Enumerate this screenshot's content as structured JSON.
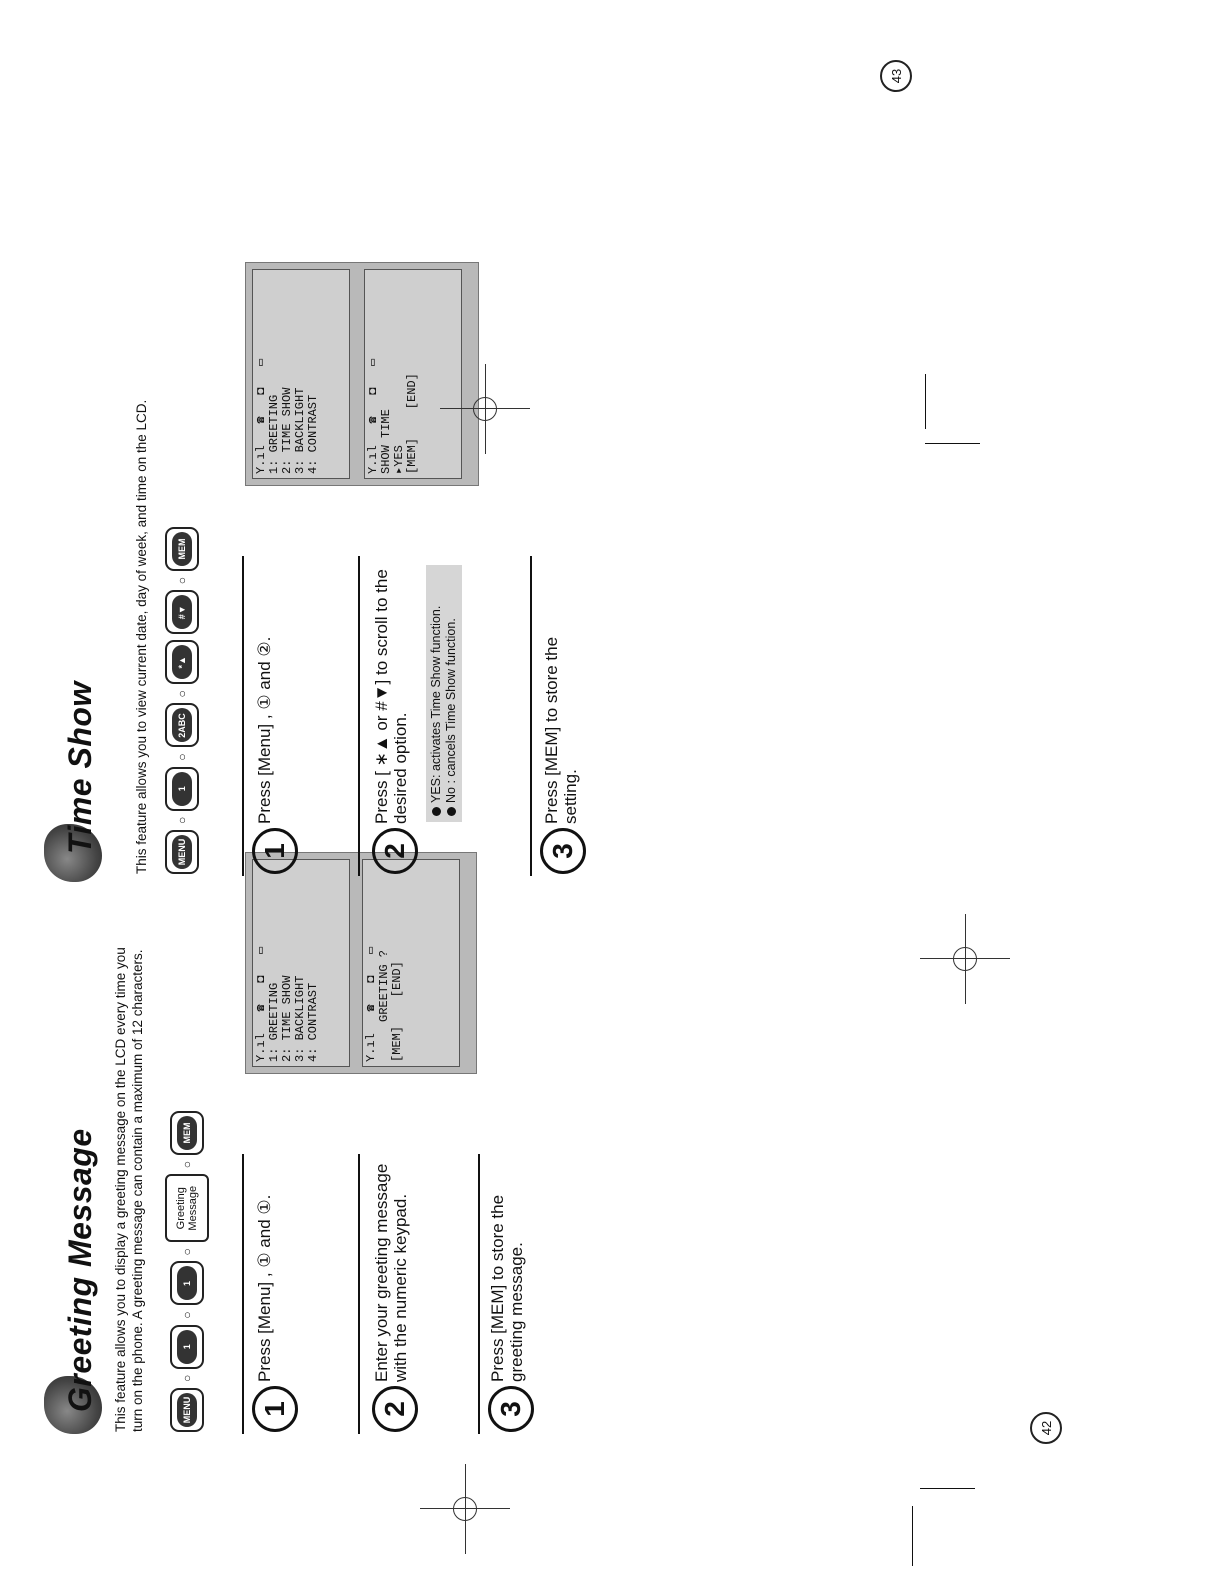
{
  "left_page": {
    "title": "Greeting Message",
    "intro_line1": "This feature allows you to display a greeting message on the LCD every time you",
    "intro_line2": "turn on the phone. A greeting message can contain a maximum of 12 characters.",
    "keys": [
      "MENU",
      "1",
      "1",
      "Greeting Message",
      "MEM"
    ],
    "steps": [
      {
        "num": "1",
        "text": "Press [Menu] , ① and ①."
      },
      {
        "num": "2",
        "text": "Enter your greeting message with the numeric keypad."
      },
      {
        "num": "3",
        "text": "Press [MEM] to store the greeting message."
      }
    ],
    "lcd1": [
      "1: GREETING",
      "2: TIME SHOW",
      "3: BACKLIGHT",
      "4: CONTRAST"
    ],
    "lcd2": [
      "",
      "GREETING ?",
      "[MEM]    [END]"
    ],
    "page_number": "42"
  },
  "right_page": {
    "title": "Time Show",
    "intro": "This feature allows you to view current date, day of week, and time on the LCD.",
    "keys": [
      "MENU",
      "1",
      "2ABC",
      "*▲",
      "#▼",
      "MEM"
    ],
    "steps": [
      {
        "num": "1",
        "text": "Press [Menu] , ① and ②."
      },
      {
        "num": "2",
        "text": "Press [ ∗▲ or #▼] to scroll to the desired option."
      },
      {
        "num": "3",
        "text": "Press [MEM] to store the setting."
      }
    ],
    "note_yes": "YES: activates Time Show function.",
    "note_no": "No : cancels Time Show function.",
    "lcd1": [
      "1: GREETING",
      "2: TIME SHOW",
      "3: BACKLIGHT",
      "4: CONTRAST"
    ],
    "lcd2": [
      "SHOW TIME",
      "▸YES",
      "[MEM]    [END]"
    ],
    "page_number": "43"
  }
}
